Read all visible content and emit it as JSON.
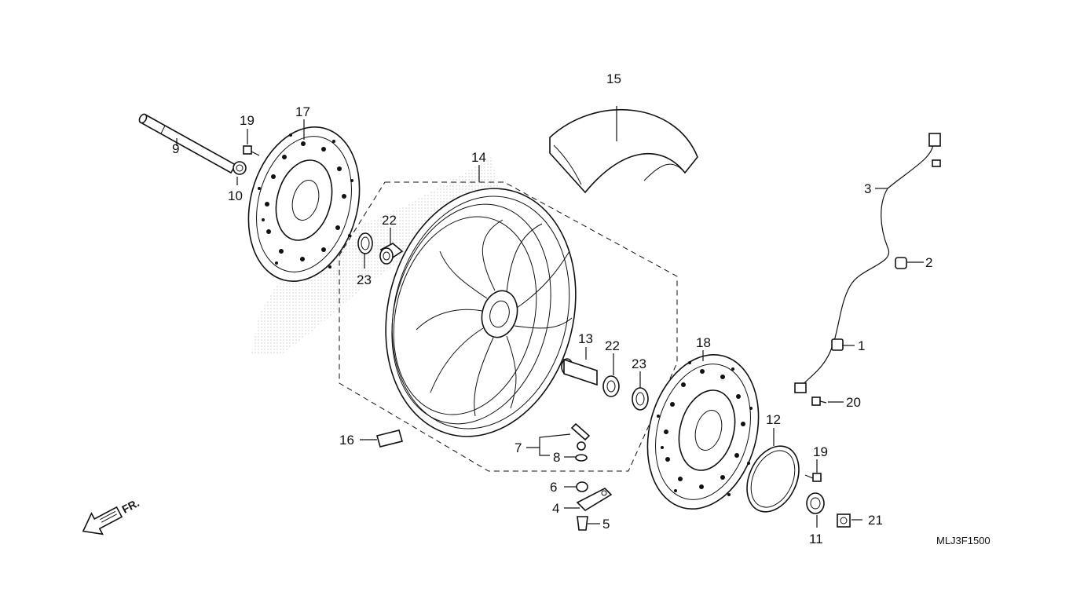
{
  "labels": {
    "p1": "1",
    "p2": "2",
    "p3": "3",
    "p4": "4",
    "p5": "5",
    "p6": "6",
    "p7": "7",
    "p8": "8",
    "p9": "9",
    "p10": "10",
    "p11": "11",
    "p12": "12",
    "p13": "13",
    "p14": "14",
    "p15": "15",
    "p16": "16",
    "p17": "17",
    "p18": "18",
    "p19a": "19",
    "p19b": "19",
    "p20": "20",
    "p21": "21",
    "p22a": "22",
    "p22b": "22",
    "p23a": "23",
    "p23b": "23"
  },
  "direction_label": "FR.",
  "diagram_code": "MLJ3F1500"
}
